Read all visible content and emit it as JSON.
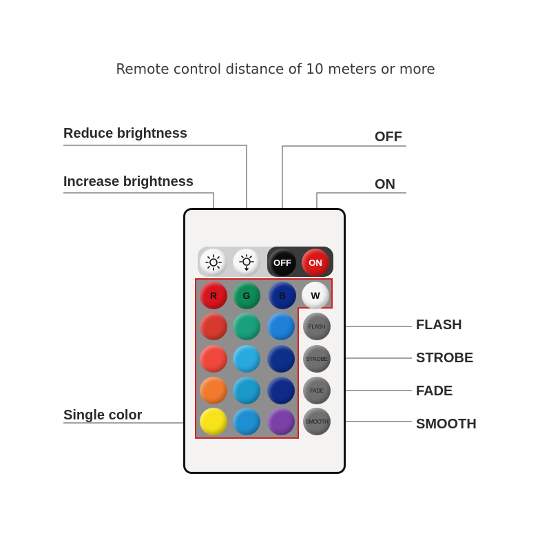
{
  "heading": "Remote control distance of 10 meters or more",
  "callouts": {
    "reduce_brightness": "Reduce brightness",
    "increase_brightness": "Increase brightness",
    "off": "OFF",
    "on": "ON",
    "flash": "FLASH",
    "strobe": "STROBE",
    "fade": "FADE",
    "smooth": "SMOOTH",
    "single_color": "Single color"
  },
  "remote": {
    "top_buttons": {
      "increase_icon": "brightness-up-icon",
      "reduce_icon": "brightness-down-icon",
      "off_label": "OFF",
      "on_label": "ON"
    },
    "rgbw_labels": [
      "R",
      "G",
      "B",
      "W"
    ],
    "mode_buttons": [
      "FLASH",
      "STROBE",
      "FADE",
      "SMOOTH"
    ],
    "color_grid": [
      [
        "#d63a2f",
        "#1aa07a",
        "#1e7fd8"
      ],
      [
        "#f0473c",
        "#2aa9e0",
        "#0d2f8a"
      ],
      [
        "#f27a2e",
        "#1b99c9",
        "#102a88"
      ],
      [
        "#f8e21a",
        "#1e8fd0",
        "#7b3fa8"
      ]
    ],
    "rgbw_colors": [
      "#d8141c",
      "#0e8a55",
      "#0c2a8c",
      "#f4f4f4"
    ],
    "panel_outline_color": "#d42020"
  }
}
